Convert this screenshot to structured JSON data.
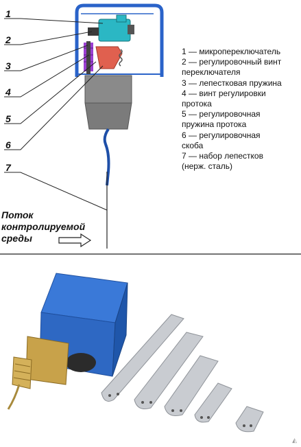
{
  "diagram": {
    "callouts": [
      "1",
      "2",
      "3",
      "4",
      "5",
      "6",
      "7"
    ],
    "legend": [
      "1 — микропереключатель",
      "2 — регулировочный винт",
      "переключателя",
      "3 — лепестковая пружина",
      "4 — винт регулировки",
      "протока",
      "5 — регулировочная",
      "пружина протока",
      "6 — регулировочная",
      "скоба",
      "7 — набор лепестков",
      "(нерж. сталь)"
    ],
    "flow_label": [
      "Поток",
      "контролируемой",
      "среды"
    ]
  },
  "colors": {
    "housing_blue": "#2a63c9",
    "switch_teal": "#2bb7c4",
    "spring_purple": "#9b3fd1",
    "bracket_red": "#e0604f",
    "body_gray": "#8a8a8a",
    "brass": "#c8a24a",
    "steel": "#c9ccd1"
  }
}
